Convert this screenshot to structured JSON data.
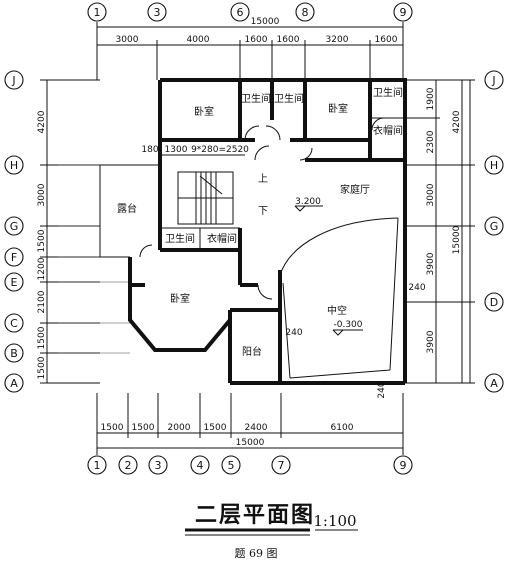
{
  "title": "二层平面图",
  "scale": "1:100",
  "caption": "题 69 图",
  "dims_top": {
    "total": "15000",
    "segments": [
      "3000",
      "4000",
      "1600",
      "1600",
      "3200",
      "1600"
    ]
  },
  "dims_bottom": {
    "segments": [
      "1500",
      "1500",
      "2000",
      "1500",
      "2400",
      "6100"
    ],
    "total": "15000"
  },
  "dims_left": {
    "segments": [
      "4200",
      "3000",
      "1500",
      "1200",
      "2100",
      "1500",
      "1500"
    ]
  },
  "dims_right_inner": [
    "1900",
    "2300",
    "3000",
    "3900",
    "3900"
  ],
  "dims_right_outer": [
    "4200",
    "15000"
  ],
  "axes_top": [
    "1",
    "3",
    "6",
    "8",
    "9"
  ],
  "axes_bottom": [
    "1",
    "2",
    "3",
    "4",
    "5",
    "7",
    "9"
  ],
  "axes_left": [
    "J",
    "H",
    "G",
    "F",
    "E",
    "C",
    "B",
    "A"
  ],
  "axes_right": [
    "J",
    "H",
    "G",
    "D",
    "A"
  ],
  "rooms": {
    "bedroom1": "卧室",
    "bath1": "卫生间",
    "bath2": "卫生间",
    "bedroom2": "卧室",
    "bath3": "卫生间",
    "closet1": "衣帽间",
    "terrace": "露台",
    "family_hall": "家庭厅",
    "bath4": "卫生间",
    "closet2": "衣帽间",
    "bedroom3": "卧室",
    "void": "中空",
    "balcony": "阳台"
  },
  "annotations": {
    "stair_dim": "9*280=2520",
    "stair_180": "180",
    "stair_1300": "1300",
    "up": "上",
    "down": "下",
    "level_floor": "3.200",
    "level_void": "-0.300",
    "dim_240_a": "240",
    "dim_240_b": "240",
    "dim_240_c": "240"
  }
}
